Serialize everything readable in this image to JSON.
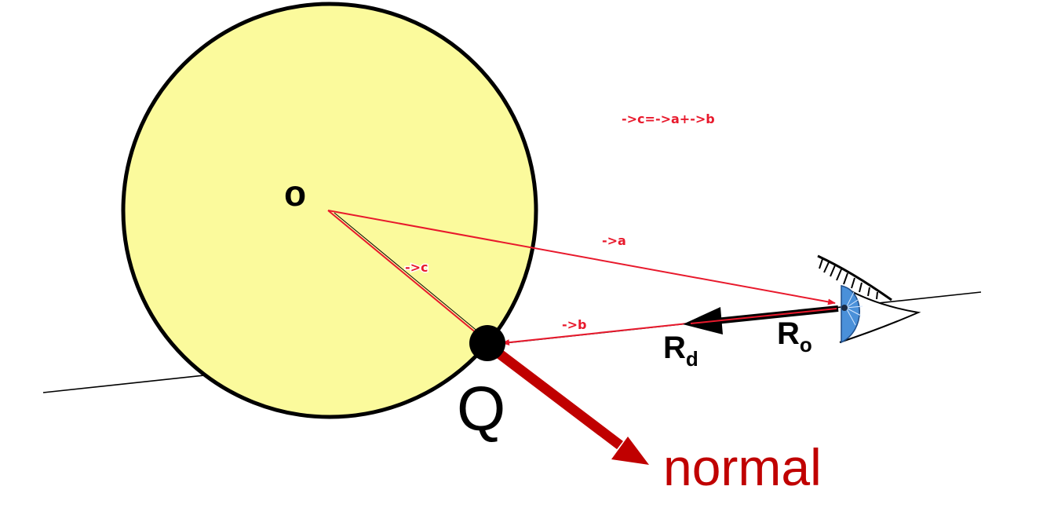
{
  "labels": {
    "center": "o",
    "point": "Q",
    "normal": "normal",
    "ray_origin_main": "R",
    "ray_origin_sub": "o",
    "ray_dir_main": "R",
    "ray_dir_sub": "d",
    "vec_a": "->a",
    "vec_b": "->b",
    "vec_c": "->c",
    "equation": "->c=->a+->b"
  },
  "colors": {
    "sphere_fill": "#fbfa9c",
    "outline": "#000000",
    "vector": "#e8192c",
    "normal": "#c00000",
    "eye_iris": "#4a90d9"
  },
  "icons": {
    "eye": "eye-icon"
  }
}
